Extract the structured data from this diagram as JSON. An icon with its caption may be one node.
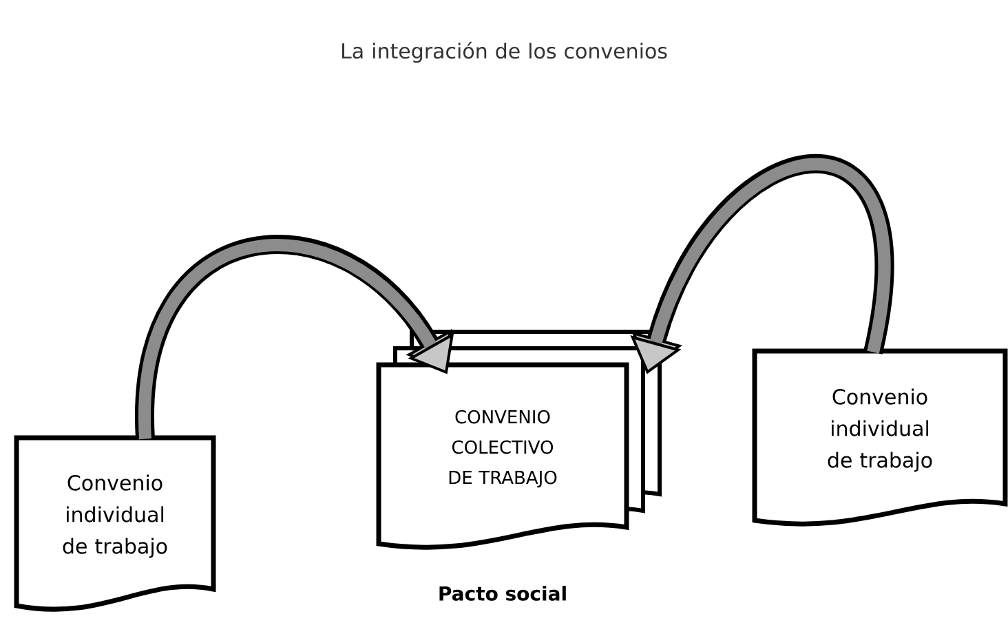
{
  "diagram": {
    "title": "La integración de los convenios",
    "nodes": [
      {
        "text": [
          "Convenio individual de trabajo"
        ]
      },
      {
        "text": [
          "CONVENIO COLECTIVO DE TRABAJO"
        ],
        "beside": [
          "Pacto social"
        ]
      },
      {
        "text": [
          "Convenio individual de trabajo"
        ]
      }
    ],
    "edges": [
      {
        "from": 0,
        "to": 1,
        "arrow": "to"
      },
      {
        "from": 2,
        "to": 1,
        "arrow": "to"
      }
    ]
  }
}
